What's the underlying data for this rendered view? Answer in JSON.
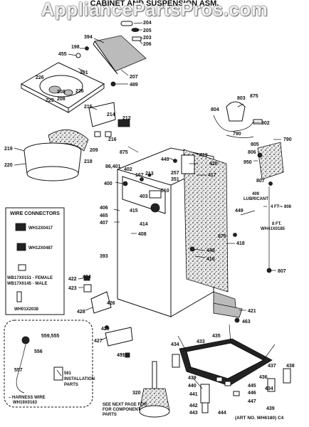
{
  "title": "CABINET AND SUSPENSION ASM.",
  "watermark": "AppliancePartsPros.com",
  "art_no": "(ART NO. WH6180) C4",
  "notes": {
    "wire_connectors": "WIRE CONNECTORS",
    "female": "WB17X0151 - FEMALE",
    "male": "WB17X0145 - MALE",
    "lubricant": [
      "409",
      "LUBRICANT"
    ],
    "hose_len_1": "4 FT – 808",
    "hose_len_2": [
      "8 FT.",
      "WH41X0185"
    ],
    "installation": [
      "561",
      "INSTALLATION",
      "PARTS"
    ],
    "harness": [
      "– HARNESS WIRE",
      "WH19X0163"
    ],
    "component": [
      "SEE NEXT PAGE FOR",
      "FOR COMPONENT",
      "PARTS"
    ]
  },
  "callouts": {
    "p204": "204",
    "p205": "205",
    "p203": "203",
    "p206": "206",
    "p394": "394",
    "p198": "198",
    "p455": "455",
    "p391": "391",
    "p226a": "226",
    "p226b": "226",
    "p207": "207",
    "p489": "489",
    "p208a": "208",
    "p208b": "208",
    "p223": "223",
    "p215": "215",
    "p214": "214",
    "p212": "212",
    "p216": "216",
    "p875a": "875",
    "p209": "209",
    "p218": "218",
    "p219": "219",
    "p220": "220",
    "p803": "803",
    "p875b": "875",
    "p804": "804",
    "p802": "802",
    "p790a": "790",
    "p805": "805",
    "p790b": "790",
    "p806": "806",
    "p950": "950",
    "p807a": "807",
    "p419": "419",
    "p449a": "449",
    "p420": "420",
    "p417": "417",
    "p86401": "86,401",
    "p402": "402",
    "p167": "167",
    "p213": "213",
    "p257": "257",
    "p351": "351",
    "p400": "400",
    "p403": "403",
    "p510": "510",
    "p406": "406",
    "p465": "465",
    "p407": "407",
    "p415": "415",
    "p414": "414",
    "p408": "408",
    "p449b": "449",
    "p875c": "875",
    "p418": "418",
    "p393": "393",
    "p448": "448",
    "p416": "416",
    "p807b": "807",
    "p422": "422",
    "p424": "424",
    "p423": "423",
    "p426": "426",
    "p428": "428",
    "p421": "421",
    "p463": "463",
    "p429": "429",
    "p427": "427",
    "p435": "435",
    "p431": "431",
    "p434a": "434",
    "p433": "433",
    "p320": "320",
    "p439a": "439",
    "p440": "440",
    "p441": "441",
    "p442": "442",
    "p443": "443",
    "p444": "444",
    "p445": "445",
    "p446": "446",
    "p447": "447",
    "p437": "437",
    "p438": "438",
    "p436": "436",
    "p434b": "434",
    "p439b": "439",
    "p559": "559,555",
    "p556": "556",
    "p557": "557",
    "w1": "WH12X0417",
    "w2": "WH12X0487",
    "w3": "WH01X2038"
  },
  "colors": {
    "line": "#111111",
    "background": "#ffffff"
  }
}
